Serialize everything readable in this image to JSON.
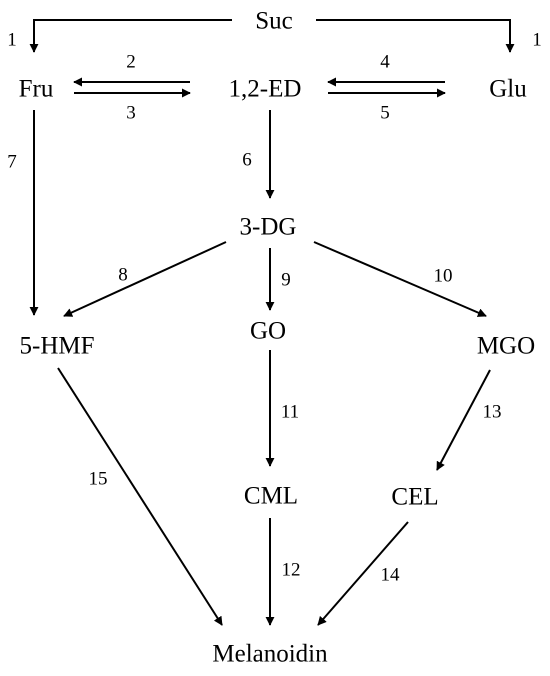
{
  "nodes": {
    "suc": "Suc",
    "fru": "Fru",
    "ed": "1,2-ED",
    "glu": "Glu",
    "dg": "3-DG",
    "hmf": "5-HMF",
    "go": "GO",
    "mgo": "MGO",
    "cml": "CML",
    "cel": "CEL",
    "melanoidin": "Melanoidin"
  },
  "reactions": {
    "r1_left": "1",
    "r1_right": "1",
    "r2": "2",
    "r3": "3",
    "r4": "4",
    "r5": "5",
    "r6": "6",
    "r7": "7",
    "r8": "8",
    "r9": "9",
    "r10": "10",
    "r11": "11",
    "r12": "12",
    "r13": "13",
    "r14": "14",
    "r15": "15"
  }
}
